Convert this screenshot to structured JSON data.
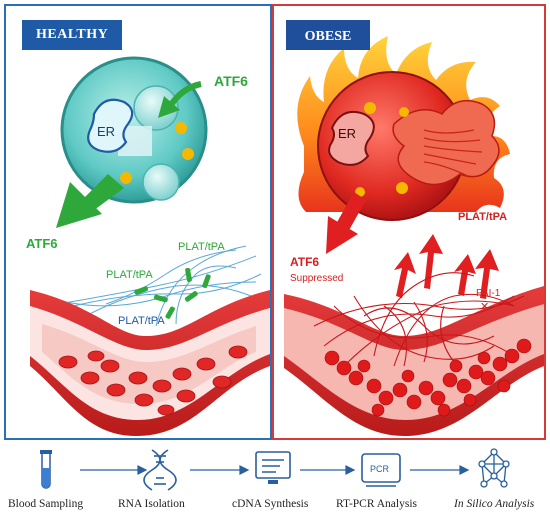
{
  "panels": {
    "healthy": {
      "title": "HEALTHY",
      "er_label": "ER",
      "atf6_top": "ATF6",
      "atf6_side": "ATF6",
      "plat_labels": [
        "PLAT/tPA",
        "PLAT/tPA",
        "PLAT/tPA"
      ]
    },
    "obese": {
      "title": "OBESE",
      "er_label": "ER",
      "atf6_label": "ATF6",
      "atf6_status": "Suppressed",
      "plat_label": "PLAT/tPA",
      "pai_label": "PAI-1"
    }
  },
  "workflow": {
    "steps": [
      {
        "label": "Blood Sampling",
        "icon": "test-tube-icon"
      },
      {
        "label": "RNA Isolation",
        "icon": "dna-icon"
      },
      {
        "label": "cDNA Synthesis",
        "icon": "monitor-icon"
      },
      {
        "label": "RT-PCR Analysis",
        "icon": "pcr-machine-icon"
      },
      {
        "label": "In Silico Analysis",
        "icon": "network-icon"
      }
    ]
  },
  "colors": {
    "healthy_blue": "#1f5aa6",
    "obese_red": "#d43a3a",
    "cell_teal": "#5fc9c4",
    "atf6_green": "#2ea83a",
    "vessel_red": "#d92b2b"
  }
}
